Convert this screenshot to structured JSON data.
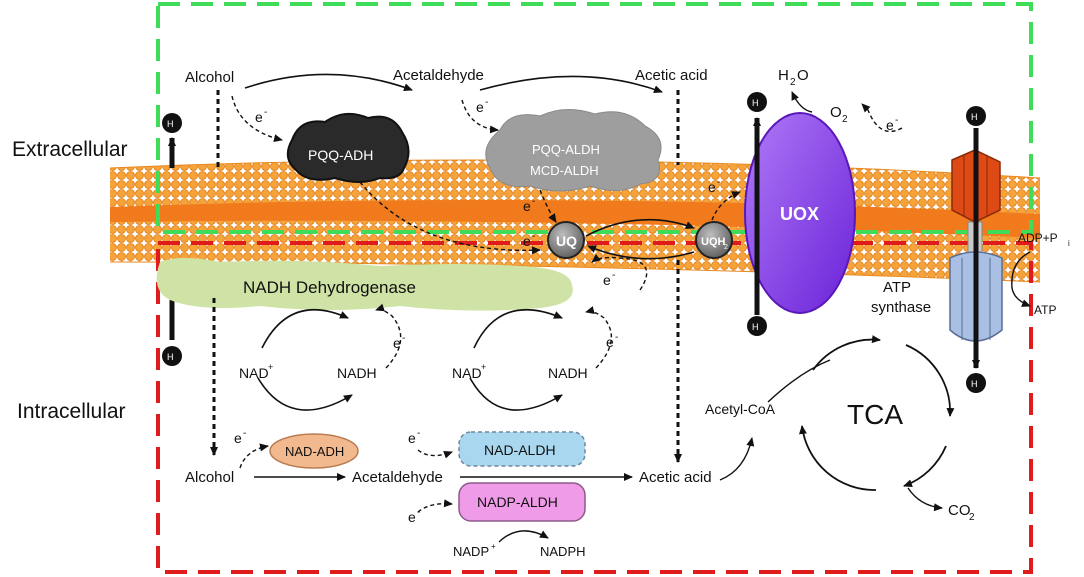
{
  "regions": {
    "extracellular": "Extracellular",
    "intracellular": "Intracellular"
  },
  "membrane_components": {
    "pqq_adh": "PQQ-ADH",
    "pqq_aldh": "PQQ-ALDH",
    "mcd_aldh": "MCD-ALDH",
    "uq": "UQ",
    "uqh2": "UQH",
    "uqh2_sub": "2",
    "uox": "UOX",
    "nadh_dehydrogenase": "NADH Dehydrogenase",
    "atp_synthase_line1": "ATP",
    "atp_synthase_line2": "synthase"
  },
  "periplasmic": {
    "alcohol": "Alcohol",
    "acetaldehyde": "Acetaldehyde",
    "acetic_acid": "Acetic acid",
    "h2o_h": "H",
    "h2o_sub": "2",
    "h2o_o": "O",
    "o2_o": "O",
    "o2_sub": "2"
  },
  "cytoplasmic": {
    "alcohol": "Alcohol",
    "acetaldehyde": "Acetaldehyde",
    "acetic_acid": "Acetic acid",
    "nad_adh": "NAD-ADH",
    "nad_aldh": "NAD-ALDH",
    "nadp_aldh": "NADP-ALDH",
    "nad_plus": "NAD",
    "nadh": "NADH",
    "nadp_plus": "NADP",
    "nadph": "NADPH",
    "acetyl_coa": "Acetyl-CoA",
    "tca": "TCA",
    "co2_c": "CO",
    "co2_sub": "2",
    "adp_pi": "ADP+P",
    "adp_pi_sub": "i",
    "atp": "ATP"
  },
  "symbols": {
    "electron": "e",
    "electron_sup": "-",
    "proton": "H",
    "proton_sup": "+",
    "plus_sup": "+"
  },
  "colors": {
    "membrane_orange": "#f39b2e",
    "membrane_core": "#f07a1c",
    "extracellular_box": "#3fdc5a",
    "intracellular_box": "#e01b1b",
    "uox_purple": "#8a3ff0",
    "nadh_dehydrogenase_green": "#cfe3a6",
    "nad_adh_peach": "#f2b98f",
    "nad_aldh_blue": "#a9d7f0",
    "nadp_aldh_pink": "#ef9be8",
    "atp_synthase_blue": "#a9bfe3",
    "atp_synthase_head": "#dd4a16"
  }
}
